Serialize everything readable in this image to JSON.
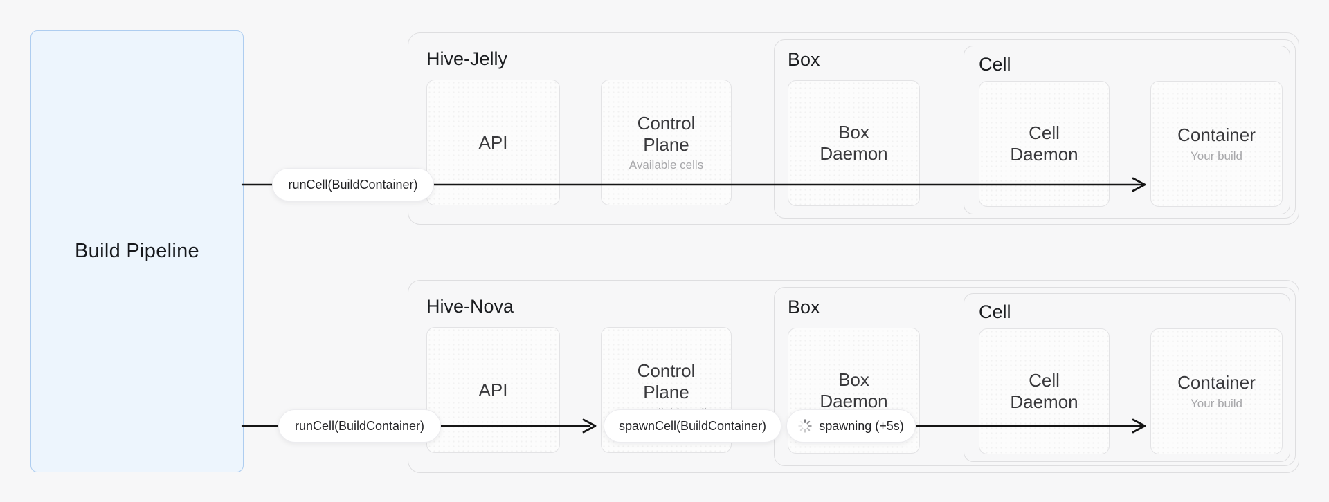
{
  "pipeline": {
    "title": "Build Pipeline"
  },
  "hives": [
    {
      "name": "Hive-Jelly",
      "api": {
        "label": "API"
      },
      "control_plane": {
        "label": "Control Plane",
        "sublabel": "Available cells"
      },
      "box": {
        "label": "Box",
        "daemon": {
          "label": "Box Daemon"
        },
        "cell": {
          "label": "Cell",
          "daemon": {
            "label": "Cell Daemon"
          },
          "container": {
            "label": "Container",
            "sublabel": "Your build"
          }
        }
      },
      "edge": {
        "call_label": "runCell(BuildContainer)"
      }
    },
    {
      "name": "Hive-Nova",
      "api": {
        "label": "API"
      },
      "control_plane": {
        "label": "Control Plane",
        "sublabel": "not available cells"
      },
      "box": {
        "label": "Box",
        "daemon": {
          "label": "Box Daemon"
        },
        "cell": {
          "label": "Cell",
          "daemon": {
            "label": "Cell Daemon"
          },
          "container": {
            "label": "Container",
            "sublabel": "Your build"
          }
        }
      },
      "edge": {
        "call_label": "runCell(BuildContainer)",
        "spawn_label": "spawnCell(BuildContainer)",
        "status_label": "spawning (+5s)",
        "status_icon": "spinner-icon"
      }
    }
  ],
  "colors": {
    "background": "#f7f7f8",
    "panel_fill": "#edf5fd",
    "panel_border": "#aecdf0",
    "group_border": "#dedee0",
    "node_fill": "#fcfcfc",
    "arrow": "#151515",
    "pill_fill": "#ffffff",
    "text_primary": "#1b1d20",
    "text_node": "#39393c",
    "text_muted": "#a7a7aa"
  }
}
